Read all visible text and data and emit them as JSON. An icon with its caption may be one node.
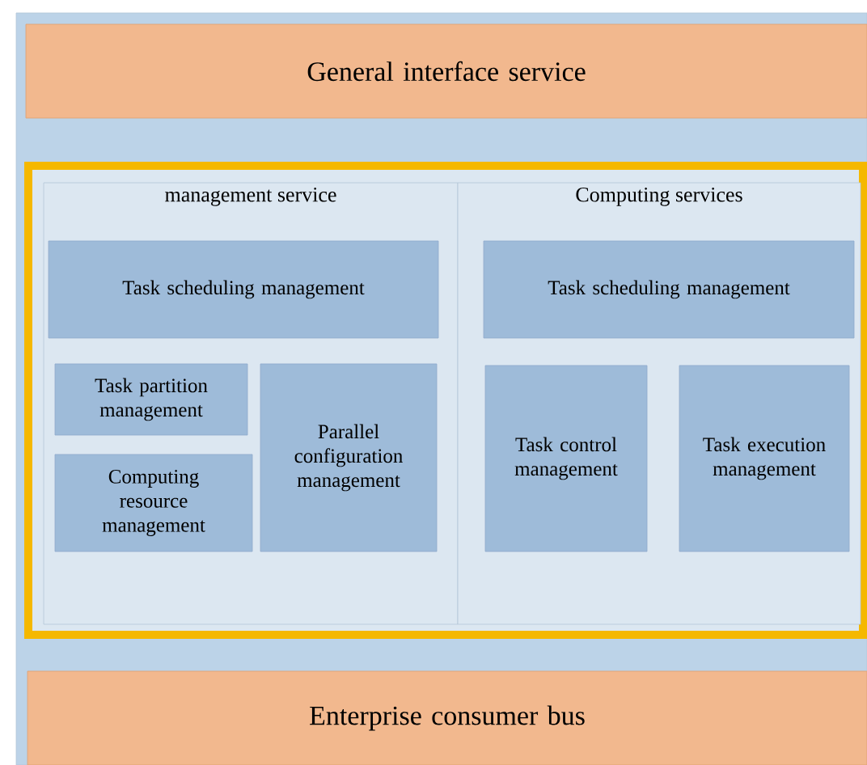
{
  "diagram": {
    "nodes": [
      {
        "text": [
          "General interface service"
        ]
      },
      {
        "text": [],
        "shape": "box"
      },
      {
        "text": [
          "management service"
        ],
        "in": 1
      },
      {
        "text": [
          "Task scheduling management"
        ],
        "in": 2
      },
      {
        "text": [
          "Task partition management"
        ],
        "in": 2
      },
      {
        "text": [
          "Computing resource management"
        ],
        "in": 2
      },
      {
        "text": [
          "Parallel configuration management"
        ],
        "in": 2
      },
      {
        "text": [
          "Computing services"
        ],
        "in": 1
      },
      {
        "text": [
          "Task scheduling management"
        ],
        "in": 7
      },
      {
        "text": [
          "Task control management"
        ],
        "in": 7
      },
      {
        "text": [
          "Task execution management"
        ],
        "in": 7
      },
      {
        "text": [
          "Enterprise consumer bus"
        ]
      }
    ]
  }
}
